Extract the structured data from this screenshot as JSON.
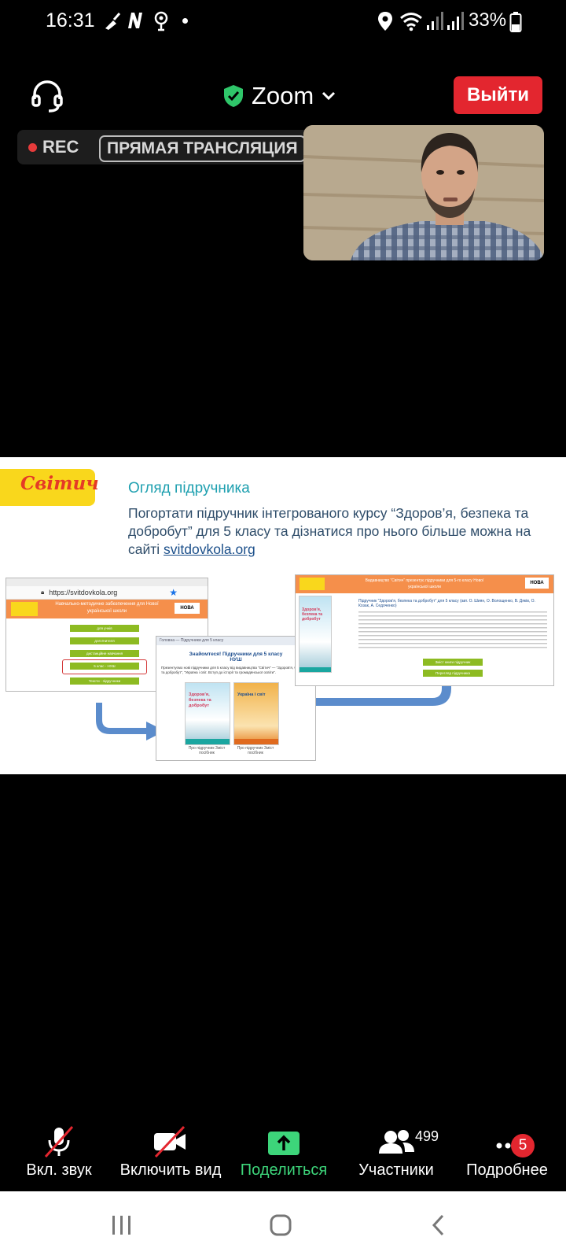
{
  "status_bar": {
    "time": "16:31",
    "battery": "33%",
    "left_icons": [
      "cleaning-icon",
      "n-icon",
      "podcast-icon",
      "dot-icon"
    ],
    "right_icons": [
      "location-icon",
      "wifi-icon",
      "signal-icon",
      "signal-icon",
      "battery-icon"
    ]
  },
  "top_bar": {
    "app_title": "Zoom",
    "exit_label": "Выйти",
    "colors": {
      "exit": "#e3262f",
      "shield": "#2fc66a"
    }
  },
  "recording": {
    "rec_label": "REC",
    "live_label": "ПРЯМАЯ ТРАНСЛЯЦИЯ"
  },
  "slide": {
    "logo_text": "Світич",
    "title": "Огляд підручника",
    "body": "Погортати підручник інтегрованого курсу “Здоров’я, безпека та добробут” для 5 класу та дізнатися про нього більше можна на сайті ",
    "link": "svitdovkola.org",
    "shot1": {
      "url": "https://svitdovkola.org",
      "banner": "Навчально-методичне забезпечення для Нової української школи",
      "nova_label": "НОВА",
      "buttons": [
        "для учнів",
        "для вчителя",
        "дистанційне навчання",
        "5 клас - НУШ",
        "Тексти - підручники"
      ]
    },
    "shot2": {
      "crumbs": "Головна — Підручники для 5 класу",
      "heading": "Знайомтеся! Підручники для 5 класу НУШ",
      "text": "Презентуємо нові підручники для 5 класу від видавництва “Світич” — “Здоров’я, безпека та добробут”, “Україна і світ. Вступ до історії та громадянської освіти”.",
      "book1_title": "Здоров’я, безпека та добробут",
      "book2_title": "Україна і світ",
      "caption1": "Про підручник Зміст посібник",
      "caption2": "Про підручник Зміст посібник"
    },
    "shot3": {
      "banner": "Видавництво “Світич” презентує підручники для 5-го класу Нової української школи",
      "nova_label": "НОВА",
      "heading": "Підручник “Здоров’я, безпека та добробут” для 5 класу (авт. О. Шиян, О. Волощенко, В. Дяків, О. Козак, А. Седоченко)",
      "book_title": "Здоров’я, безпека та добробут",
      "btn1": "Зміст книги підручник",
      "btn2": "Перегляд підручника"
    }
  },
  "toolbar": {
    "mute_label": "Вкл. звук",
    "video_label": "Включить вид",
    "share_label": "Поделиться",
    "participants_label": "Участники",
    "participants_count": "499",
    "more_label": "Подробнее",
    "more_badge": "5",
    "colors": {
      "share": "#3dd57a",
      "badge": "#e3262f"
    }
  },
  "nav_bar": {
    "icons": [
      "recent-apps-icon",
      "home-icon",
      "back-icon"
    ]
  }
}
